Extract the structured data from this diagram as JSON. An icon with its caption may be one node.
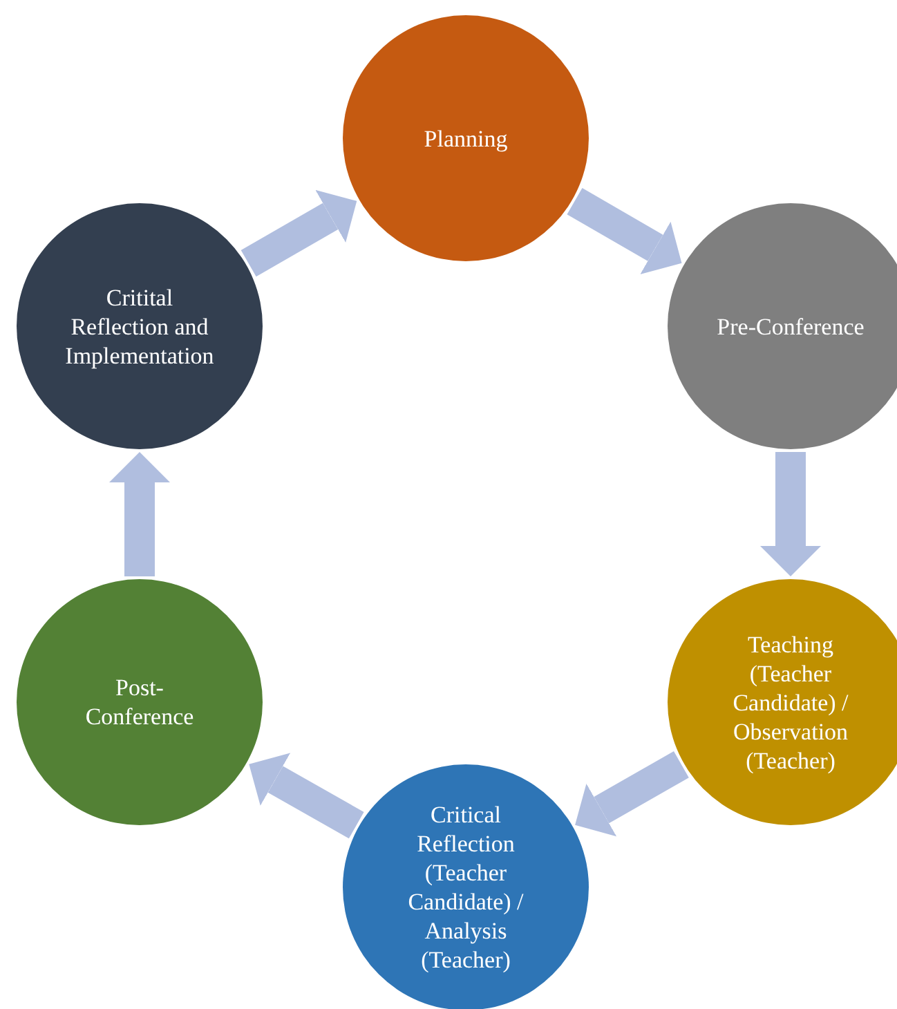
{
  "diagram": {
    "nodes": [
      {
        "text": [
          "Planning"
        ]
      },
      {
        "text": [
          "Pre-Conference"
        ]
      },
      {
        "text": [
          "Teaching (Teacher Candidate) / Observation (Teacher)"
        ]
      },
      {
        "text": [
          "Critical Reflection (Teacher Candidate) / Analysis (Teacher)"
        ]
      },
      {
        "text": [
          "Post-Conference"
        ]
      },
      {
        "text": [
          "Critital Reflection and Implementation"
        ]
      }
    ],
    "edges": [
      {
        "from": 0,
        "to": 1,
        "arrow": "to"
      },
      {
        "from": 1,
        "to": 2,
        "arrow": "to"
      },
      {
        "from": 2,
        "to": 3,
        "arrow": "to"
      },
      {
        "from": 3,
        "to": 4,
        "arrow": "to"
      },
      {
        "from": 4,
        "to": 5,
        "arrow": "to"
      },
      {
        "from": 5,
        "to": 0,
        "arrow": "to"
      }
    ]
  }
}
